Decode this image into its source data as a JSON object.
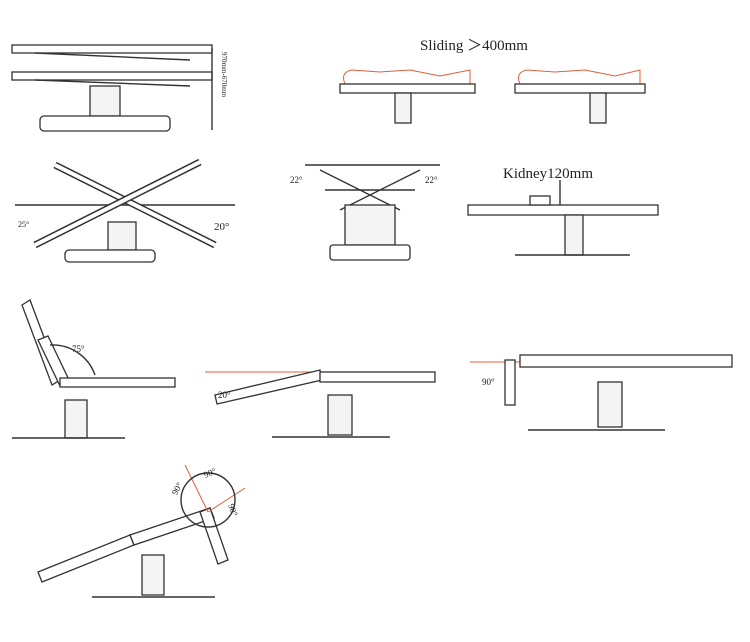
{
  "labels": {
    "height_range": "970mm-670mm",
    "sliding": "Sliding ＞400mm",
    "kidney": "Kidney120mm",
    "trendelenburg_left": "25°",
    "trendelenburg_right": "20°",
    "lateral_left": "22°",
    "lateral_right": "22°",
    "back_up": "75°",
    "back_down": "20°",
    "leg_down": "90°",
    "head_up": "90°",
    "head_top": "90°",
    "head_down": "90°"
  },
  "colors": {
    "line": "#333333",
    "accent": "#e0603a"
  }
}
